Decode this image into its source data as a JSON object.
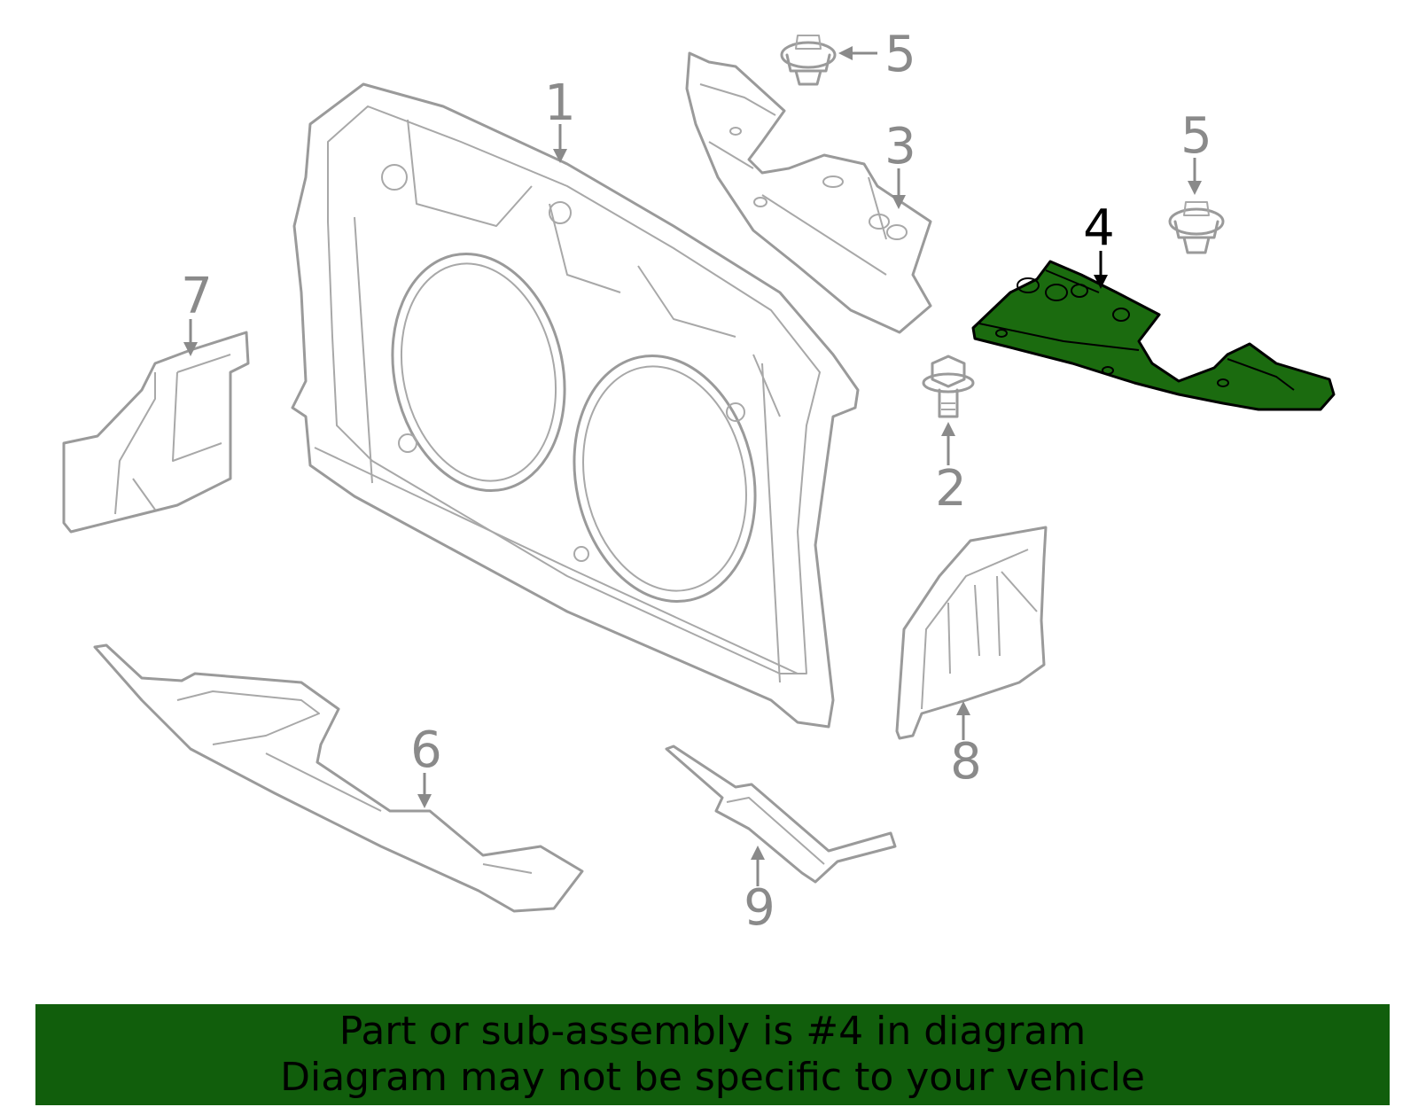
{
  "diagram": {
    "highlight_color": "#1b6b0f",
    "callouts": [
      {
        "id": "1",
        "label": "1"
      },
      {
        "id": "2",
        "label": "2"
      },
      {
        "id": "3",
        "label": "3"
      },
      {
        "id": "4",
        "label": "4",
        "highlighted": true
      },
      {
        "id": "5a",
        "label": "5"
      },
      {
        "id": "5b",
        "label": "5"
      },
      {
        "id": "6",
        "label": "6"
      },
      {
        "id": "7",
        "label": "7"
      },
      {
        "id": "8",
        "label": "8"
      },
      {
        "id": "9",
        "label": "9"
      }
    ]
  },
  "banner": {
    "line1": "Part or sub-assembly is #4 in diagram",
    "line2": "Diagram may not be specific to your vehicle",
    "background": "#115e0c"
  }
}
